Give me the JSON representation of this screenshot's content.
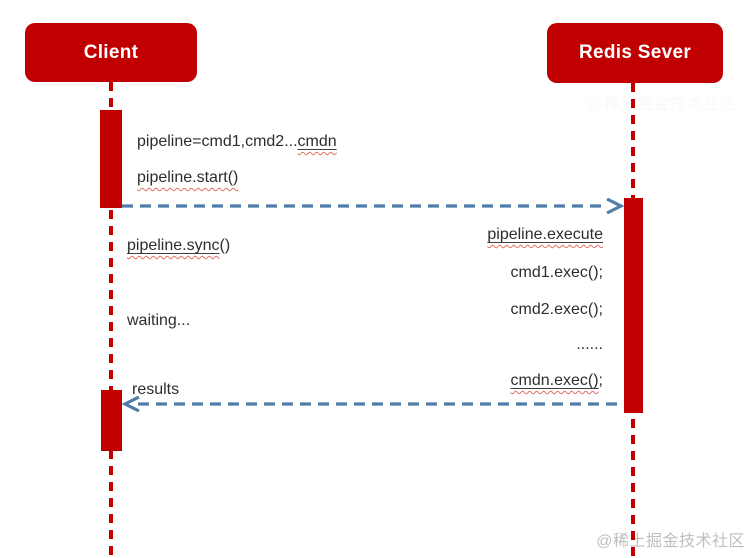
{
  "actors": [
    {
      "label": "Client"
    },
    {
      "label": "Redis Sever"
    }
  ],
  "labels": {
    "pipeline_def": [
      {
        "text": "pipeline=cmd1,cmd2..."
      },
      {
        "text": "cmdn"
      }
    ],
    "pipeline_start": [
      {
        "text": "pipeline.start()"
      }
    ],
    "pipeline_sync": [
      {
        "text": "pipeline.sync"
      },
      {
        "text": "()"
      }
    ],
    "waiting": [
      {
        "text": "waiting..."
      }
    ],
    "results": [
      {
        "text": "results"
      }
    ],
    "pipeline_execute": [
      {
        "text": "pipeline.execute"
      }
    ],
    "cmd1": [
      {
        "text": "cmd1.exec();"
      }
    ],
    "cmd2": [
      {
        "text": "cmd2.exec();"
      }
    ],
    "dots": [
      {
        "text": "......"
      }
    ],
    "cmdn": [
      {
        "text": "cmdn.exec()"
      },
      {
        "text": ";"
      }
    ]
  },
  "watermark": {
    "text": "@稀土掘金技术社区"
  },
  "colors": {
    "actor_red": "#c00000",
    "arrow_blue": "#4f7ca9",
    "spellcheck_red": "#dd6f63",
    "underline_dark": "#3f3f3f",
    "text": "#2d2d2d",
    "watermark_gray": "#bfbfbf"
  }
}
